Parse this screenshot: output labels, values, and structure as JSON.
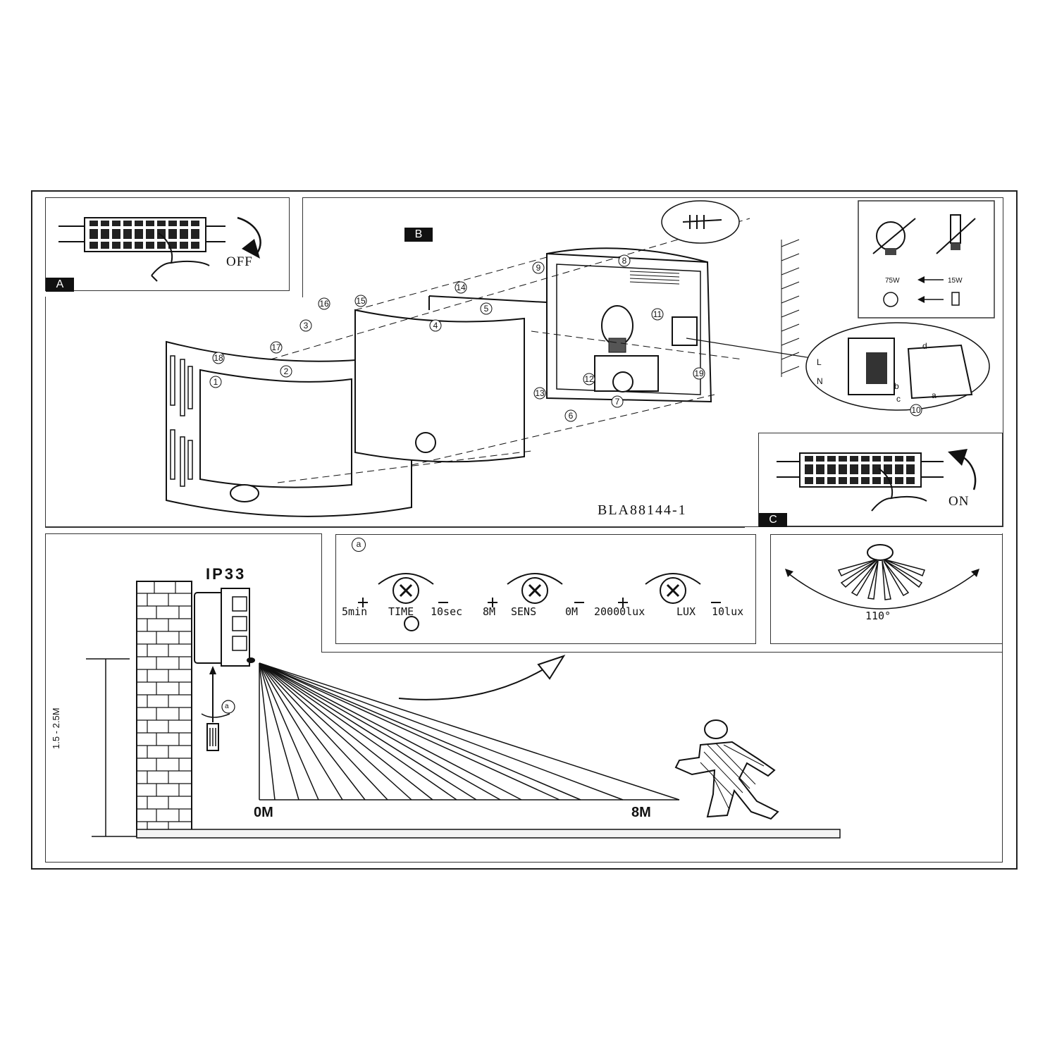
{
  "panel_a": {
    "tag": "A",
    "off_label": "OFF"
  },
  "panel_b": {
    "tag": "B",
    "model": "BLA88144-1",
    "callouts": [
      "1",
      "2",
      "3",
      "4",
      "5",
      "6",
      "7",
      "8",
      "9",
      "10",
      "11",
      "12",
      "13",
      "14",
      "15",
      "16",
      "17",
      "18",
      "19"
    ],
    "wire_labels": [
      "L",
      "N",
      "a",
      "b",
      "c",
      "d"
    ],
    "bulb_ratings": {
      "incandescent": "75W",
      "cfl": "15W"
    }
  },
  "panel_c": {
    "tag": "C",
    "on_label": "ON"
  },
  "panel_controls": {
    "tag": "a",
    "dials": [
      {
        "name": "TIME",
        "plus_value": "5min",
        "minus_value": "10sec"
      },
      {
        "name": "SENS",
        "plus_value": "8M",
        "minus_value": "0M"
      },
      {
        "name": "LUX",
        "plus_value": "20000lux",
        "minus_value": "10lux"
      }
    ]
  },
  "panel_angle": {
    "angle": "110°"
  },
  "panel_install": {
    "rating": "IP33",
    "height_range": "1.5 - 2.5M",
    "start_distance": "0M",
    "end_distance": "8M",
    "tool_tag": "a"
  }
}
